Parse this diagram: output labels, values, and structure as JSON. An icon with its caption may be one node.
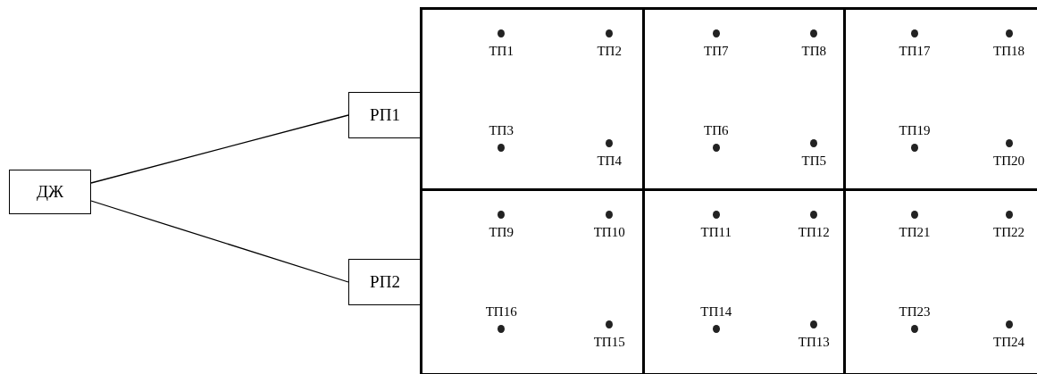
{
  "diagram": {
    "nodes": [
      {
        "text": [
          "ДЖ"
        ]
      },
      {
        "text": [
          "РП1"
        ]
      },
      {
        "text": [
          "РП2"
        ]
      },
      {
        "text": [],
        "shape": "box"
      },
      {
        "text": [
          "ТП1"
        ],
        "in": 3
      },
      {
        "text": [
          "ТП2"
        ],
        "in": 3
      },
      {
        "text": [
          "ТП3"
        ],
        "in": 3
      },
      {
        "text": [
          "ТП4"
        ],
        "in": 3
      },
      {
        "text": [],
        "shape": "box"
      },
      {
        "text": [
          "ТП7"
        ],
        "in": 8
      },
      {
        "text": [
          "ТП8"
        ],
        "in": 8
      },
      {
        "text": [
          "ТП6"
        ],
        "in": 8
      },
      {
        "text": [
          "ТП5"
        ],
        "in": 8
      },
      {
        "text": [],
        "shape": "box"
      },
      {
        "text": [
          "ТП17"
        ],
        "in": 13
      },
      {
        "text": [
          "ТП18"
        ],
        "in": 13
      },
      {
        "text": [
          "ТП19"
        ],
        "in": 13
      },
      {
        "text": [
          "ТП20"
        ],
        "in": 13
      },
      {
        "text": [],
        "shape": "box"
      },
      {
        "text": [
          "ТП9"
        ],
        "in": 18
      },
      {
        "text": [
          "ТП10"
        ],
        "in": 18
      },
      {
        "text": [
          "ТП16"
        ],
        "in": 18
      },
      {
        "text": [
          "ТП15"
        ],
        "in": 18
      },
      {
        "text": [],
        "shape": "box"
      },
      {
        "text": [
          "ТП11"
        ],
        "in": 23
      },
      {
        "text": [
          "ТП12"
        ],
        "in": 23
      },
      {
        "text": [
          "ТП14"
        ],
        "in": 23
      },
      {
        "text": [
          "ТП13"
        ],
        "in": 23
      },
      {
        "text": [],
        "shape": "box"
      },
      {
        "text": [
          "ТП21"
        ],
        "in": 28
      },
      {
        "text": [
          "ТП22"
        ],
        "in": 28
      },
      {
        "text": [
          "ТП23"
        ],
        "in": 28
      },
      {
        "text": [
          "ТП24"
        ],
        "in": 28
      }
    ],
    "edges": [
      {
        "from": 0,
        "to": 1,
        "arrow": "none"
      },
      {
        "from": 0,
        "to": 2,
        "arrow": "none"
      }
    ]
  }
}
